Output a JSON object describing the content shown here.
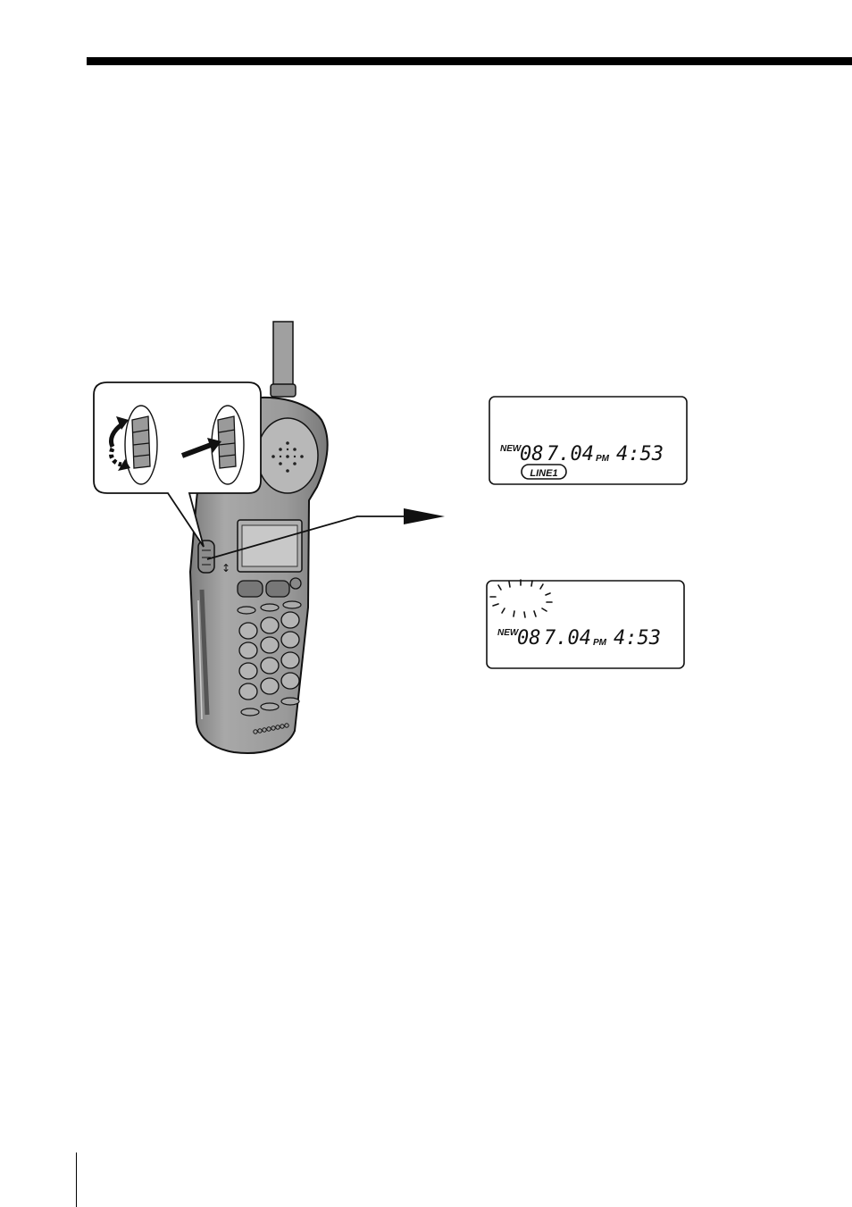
{
  "page": {
    "has_top_rule": true,
    "has_margin_line": true
  },
  "display_top": {
    "new_label": "NEW",
    "count": "08",
    "date": "7.04",
    "ampm": "PM",
    "time": "4:53",
    "line_badge": "LINE1"
  },
  "display_bottom": {
    "new_label": "NEW",
    "count": "08",
    "date": "7.04",
    "ampm": "PM",
    "time": "4:53",
    "flashing_indicator": true
  },
  "illustration": {
    "subject": "cordless-handset",
    "callout": "jog-dial-rotate-and-press"
  },
  "colors": {
    "ink": "#111111",
    "handset_fill": "#9a9a9a",
    "handset_light": "#c4c4c4",
    "handset_dark": "#6e6e6e"
  }
}
